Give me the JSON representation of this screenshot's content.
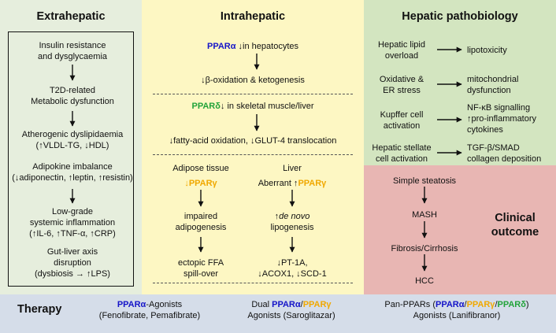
{
  "extra": {
    "title": "Extrahepatic",
    "s1a": "Insulin resistance",
    "s1b": "and dysglycaemia",
    "s2a": "T2D-related",
    "s2b": "Metabolic dysfunction",
    "s3a": "Atherogenic dyslipidaemia",
    "s3b": "(↑VLDL-TG, ↓HDL)",
    "s4a": "Adipokine imbalance",
    "s4b": "(↓adiponectin, ↑leptin, ↑resistin)",
    "s5a": "Low-grade",
    "s5b": "systemic inflammation",
    "s5c": "(↑IL-6, ↑TNF-α, ↑CRP)",
    "s6a": "Gut-liver axis",
    "s6b": "disruption",
    "s6c": "(dysbiosis → ↑LPS)"
  },
  "intra": {
    "title": "Intrahepatic",
    "alpha": "PPARα",
    "alpha_rest": " ↓in hepatocytes",
    "beta_ox": "↓β-oxidation & ketogenesis",
    "delta": "PPARδ",
    "delta_rest": "↓ in skeletal muscle/liver",
    "fa_ox": "↓fatty-acid oxidation, ↓GLUT-4 translocation",
    "adipose_title": "Adipose tissue",
    "adipose_down": "↓",
    "gamma": "PPARγ",
    "impaired1": "impaired",
    "impaired2": "adipogenesis",
    "ectopic1": "ectopic FFA",
    "ectopic2": "spill-over",
    "liver_title": "Liver",
    "aberrant": "Aberrant ↑",
    "denovo_up": "↑",
    "denovo_it": "de novo",
    "lipo": "lipogenesis",
    "pt1": "↓PT-1A,",
    "pt2": "↓ACOX1, ↓SCD-1"
  },
  "patho": {
    "title": "Hepatic pathobiology",
    "r1a": "Hepatic lipid",
    "r1b": "overload",
    "r1out": "lipotoxicity",
    "r2a": "Oxidative &",
    "r2b": "ER stress",
    "r2out1": "mitochondrial",
    "r2out2": "dysfunction",
    "r3a": "Kupffer cell",
    "r3b": "activation",
    "r3out1": "NF-κB signalling",
    "r3out2": "↑pro-inflammatory",
    "r3out3": "cytokines",
    "r4a": "Hepatic stellate",
    "r4b": "cell activation",
    "r4out1": "TGF-β/SMAD",
    "r4out2": "collagen deposition"
  },
  "clinical": {
    "title1": "Clinical",
    "title2": "outcome",
    "steps": [
      "Simple steatosis",
      "MASH",
      "Fibrosis/Cirrhosis",
      "HCC"
    ]
  },
  "therapy": {
    "label": "Therapy",
    "t1_name": "PPARα",
    "t1_suffix": "-Agonists",
    "t1_drugs": "(Fenofibrate, Pemafibrate)",
    "t2_prefix": "Dual ",
    "t2_a": "PPARα",
    "t2_slash": "/",
    "t2_g": "PPARγ",
    "t2_drugs": "Agonists (Saroglitazar)",
    "t3_prefix": "Pan-PPARs (",
    "t3_a": "PPARα",
    "t3_s1": "/",
    "t3_g": "PPARγ",
    "t3_s2": "/",
    "t3_d": "PPARδ",
    "t3_close": ")",
    "t3_drugs": "Agonists (Lanifibranor)"
  },
  "colors": {
    "extra_bg": "#e6eedd",
    "intra_bg": "#fdf7c3",
    "patho_bg": "#d3e5c0",
    "clinical_bg": "#e8b6b3",
    "therapy_bg": "#d5dde9",
    "alpha": "#1515c8",
    "gamma": "#f0a800",
    "delta": "#22a33a"
  }
}
